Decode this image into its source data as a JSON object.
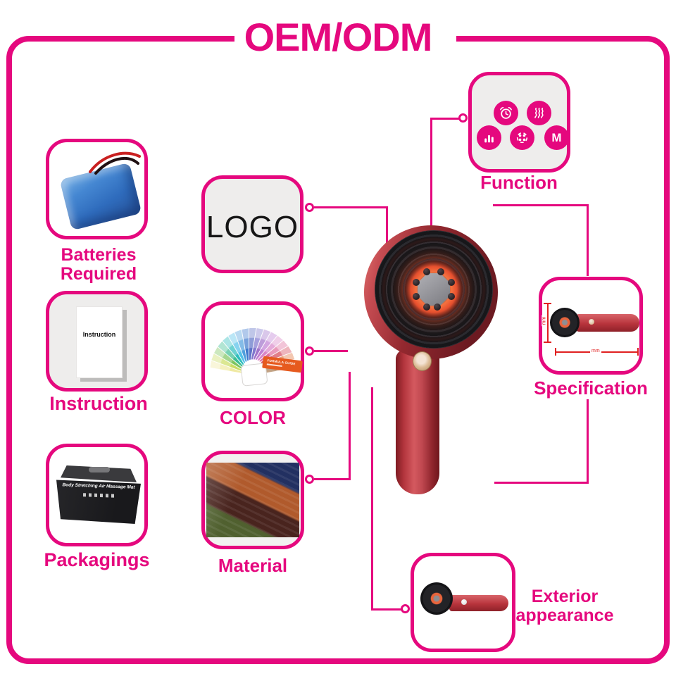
{
  "title": "OEM/ODM",
  "colors": {
    "accent_pink": "#e5087e",
    "device_red": "#c03a42",
    "battery_blue": "#3e7ecb",
    "glow_orange": "#f06a3e",
    "dimension_red": "#e02020"
  },
  "panels": {
    "batteries": {
      "label_line1": "Batteries",
      "label_line2": "Required"
    },
    "instruction": {
      "label": "Instruction",
      "paper_text": "Instruction"
    },
    "packagings": {
      "label": "Packagings",
      "box_text": "Body Stretching Air Massage Mat"
    },
    "logo": {
      "text": "LOGO"
    },
    "color": {
      "label": "COLOR",
      "guide_card_text": "FORMULA GUIDE"
    },
    "material": {
      "label": "Material"
    },
    "function": {
      "label": "Function",
      "mode_letter": "M",
      "icons": [
        "timer-icon",
        "heat-icon",
        "intensity-icon",
        "kneading-icon",
        "mode-icon"
      ]
    },
    "specification": {
      "label": "Specification",
      "dim_height": "mm",
      "dim_width": "mm"
    },
    "exterior": {
      "label_line1": "Exterior",
      "label_line2": "appearance"
    }
  },
  "fan_colors": [
    "#efe9a2",
    "#cbdc63",
    "#7fc55f",
    "#3cbd92",
    "#2ebdbd",
    "#52c0e8",
    "#4f9fdd",
    "#3c78cc",
    "#5e71c6",
    "#8077ce",
    "#a173ca",
    "#bf7fd4",
    "#d986c8",
    "#df6f9e",
    "#d44758",
    "#e0743c",
    "#c2a284"
  ],
  "material_colors": [
    "#223061",
    "#b05a2c",
    "#49241e",
    "#50602f"
  ]
}
